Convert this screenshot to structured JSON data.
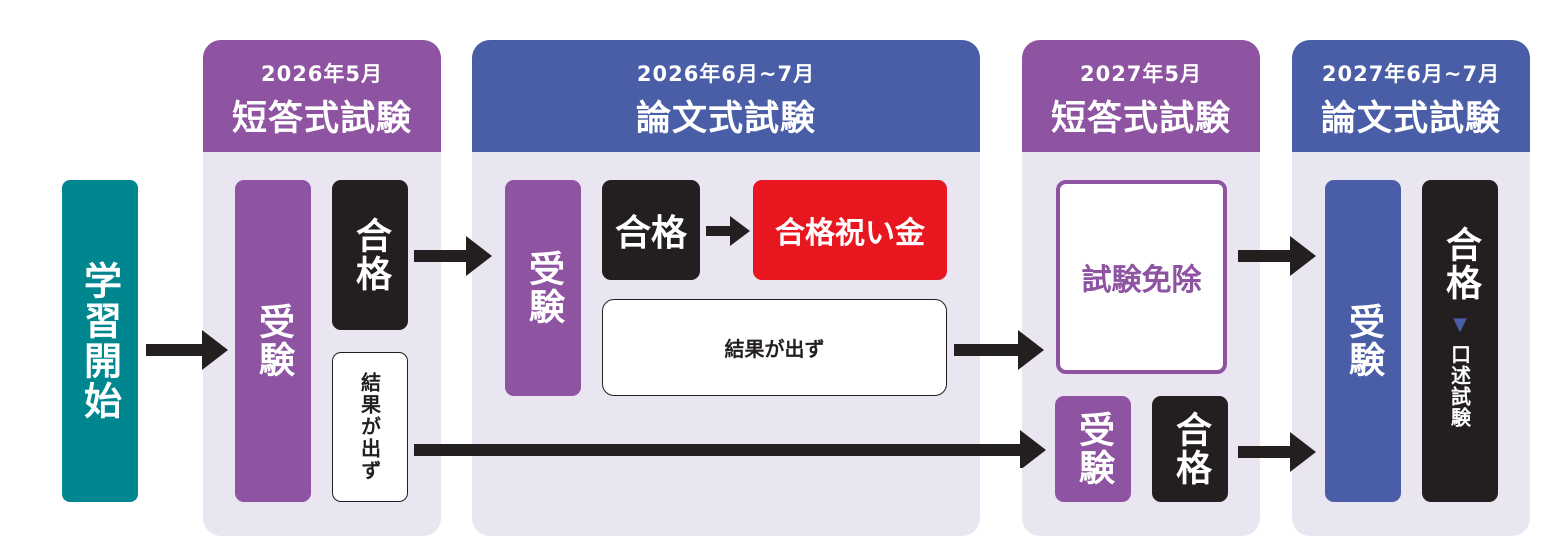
{
  "start": {
    "label": "学習開始"
  },
  "columns": [
    {
      "date": "2026年5月",
      "title": "短答式試験"
    },
    {
      "date": "2026年6月~7月",
      "title": "論文式試験"
    },
    {
      "date": "2027年5月",
      "title": "短答式試験"
    },
    {
      "date": "2027年6月~7月",
      "title": "論文式試験"
    }
  ],
  "col1": {
    "exam": "受験",
    "pass": "合格",
    "no_result": "結果が出ず"
  },
  "col2": {
    "exam": "受験",
    "pass": "合格",
    "bonus": "合格祝い金",
    "no_result": "結果が出ず"
  },
  "col3": {
    "exemption": "試験免除",
    "exam": "受験",
    "pass": "合格"
  },
  "col4": {
    "exam": "受験",
    "pass": "合格",
    "triangle": "▼",
    "oral": "口述試験"
  },
  "colors": {
    "purple": "#8e53a1",
    "blue": "#4a5ea8",
    "teal": "#00868f",
    "red": "#e8171f",
    "dark": "#231f20",
    "lavender": "#e9e6f1"
  }
}
